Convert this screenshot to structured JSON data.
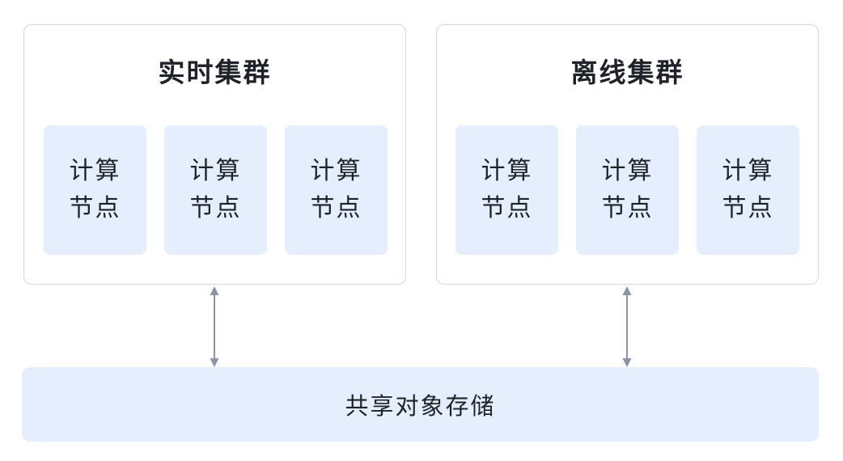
{
  "clusters": [
    {
      "title": "实时集群",
      "nodes": [
        {
          "line1": "计算",
          "line2": "节点"
        },
        {
          "line1": "计算",
          "line2": "节点"
        },
        {
          "line1": "计算",
          "line2": "节点"
        }
      ]
    },
    {
      "title": "离线集群",
      "nodes": [
        {
          "line1": "计算",
          "line2": "节点"
        },
        {
          "line1": "计算",
          "line2": "节点"
        },
        {
          "line1": "计算",
          "line2": "节点"
        }
      ]
    }
  ],
  "storage": {
    "label": "共享对象存储"
  },
  "colors": {
    "box_fill": "#e4eefc",
    "cluster_border": "#d2d8e2",
    "arrow": "#8a94a6",
    "text": "#1f2329"
  }
}
